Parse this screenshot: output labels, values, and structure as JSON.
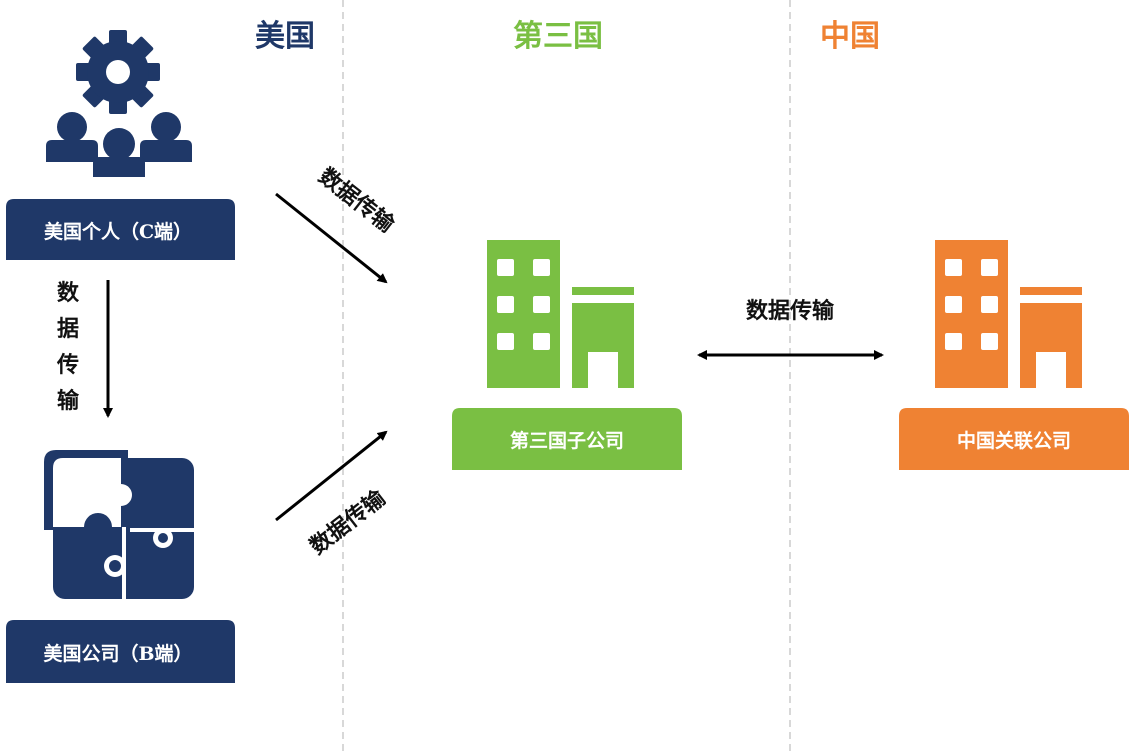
{
  "colors": {
    "usa": "#1f3868",
    "third": "#7abf43",
    "china": "#ef8233"
  },
  "headers": {
    "usa": "美国",
    "third": "第三国",
    "china": "中国"
  },
  "nodes": {
    "us_individual": "美国个人（C端）",
    "us_company": "美国公司（B端）",
    "third_subsidiary": "第三国子公司",
    "china_affiliate": "中国关联公司"
  },
  "flows": {
    "individual_to_third": "数据传输",
    "company_to_third": "数据传输",
    "individual_to_company": [
      "数",
      "据",
      "传",
      "输"
    ],
    "third_china": "数据传输"
  },
  "icons": {
    "us_individual": "users-gear-icon",
    "us_company": "puzzle-icon",
    "third": "building-icon",
    "china": "building-icon"
  }
}
